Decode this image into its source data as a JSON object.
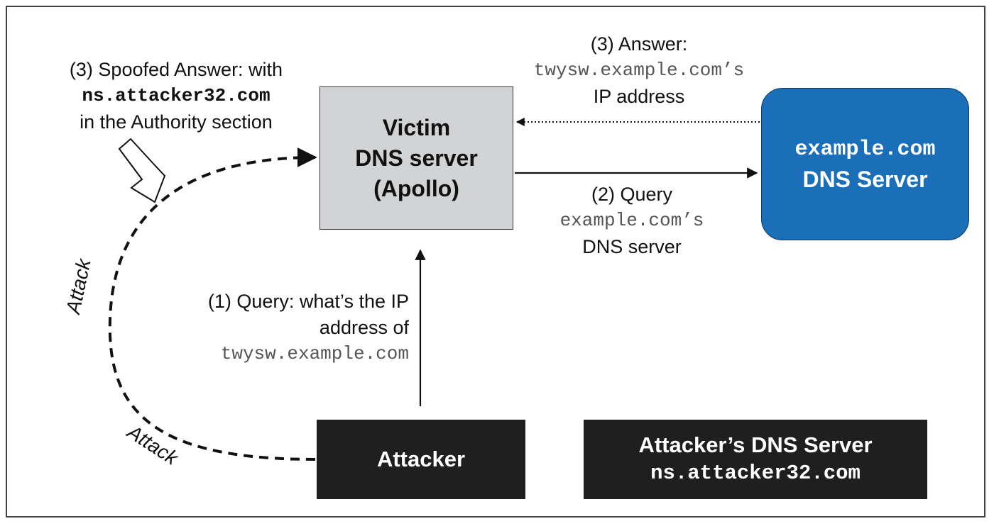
{
  "victim_server": {
    "line1": "Victim",
    "line2": "DNS server",
    "line3": "(Apollo)"
  },
  "example_server": {
    "line1": "example.com",
    "line2": "DNS Server"
  },
  "attacker": {
    "label": "Attacker"
  },
  "attacker_dns": {
    "line1": "Attacker’s DNS Server",
    "line2": "ns.attacker32.com"
  },
  "spoofed_answer": {
    "line1": "(3) Spoofed Answer: with",
    "line2": "ns.attacker32.com",
    "line3": "in the Authority section"
  },
  "answer": {
    "line1": "(3) Answer:",
    "line2": "twysw.example.com’s",
    "line3": "IP address"
  },
  "query2": {
    "line1": "(2) Query",
    "line2": "example.com’s",
    "line3": "DNS server"
  },
  "query1": {
    "line1": "(1) Query: what’s the IP",
    "line2": "address of",
    "line3": "twysw.example.com"
  },
  "attack_labels": [
    "Attack",
    "Attack"
  ]
}
